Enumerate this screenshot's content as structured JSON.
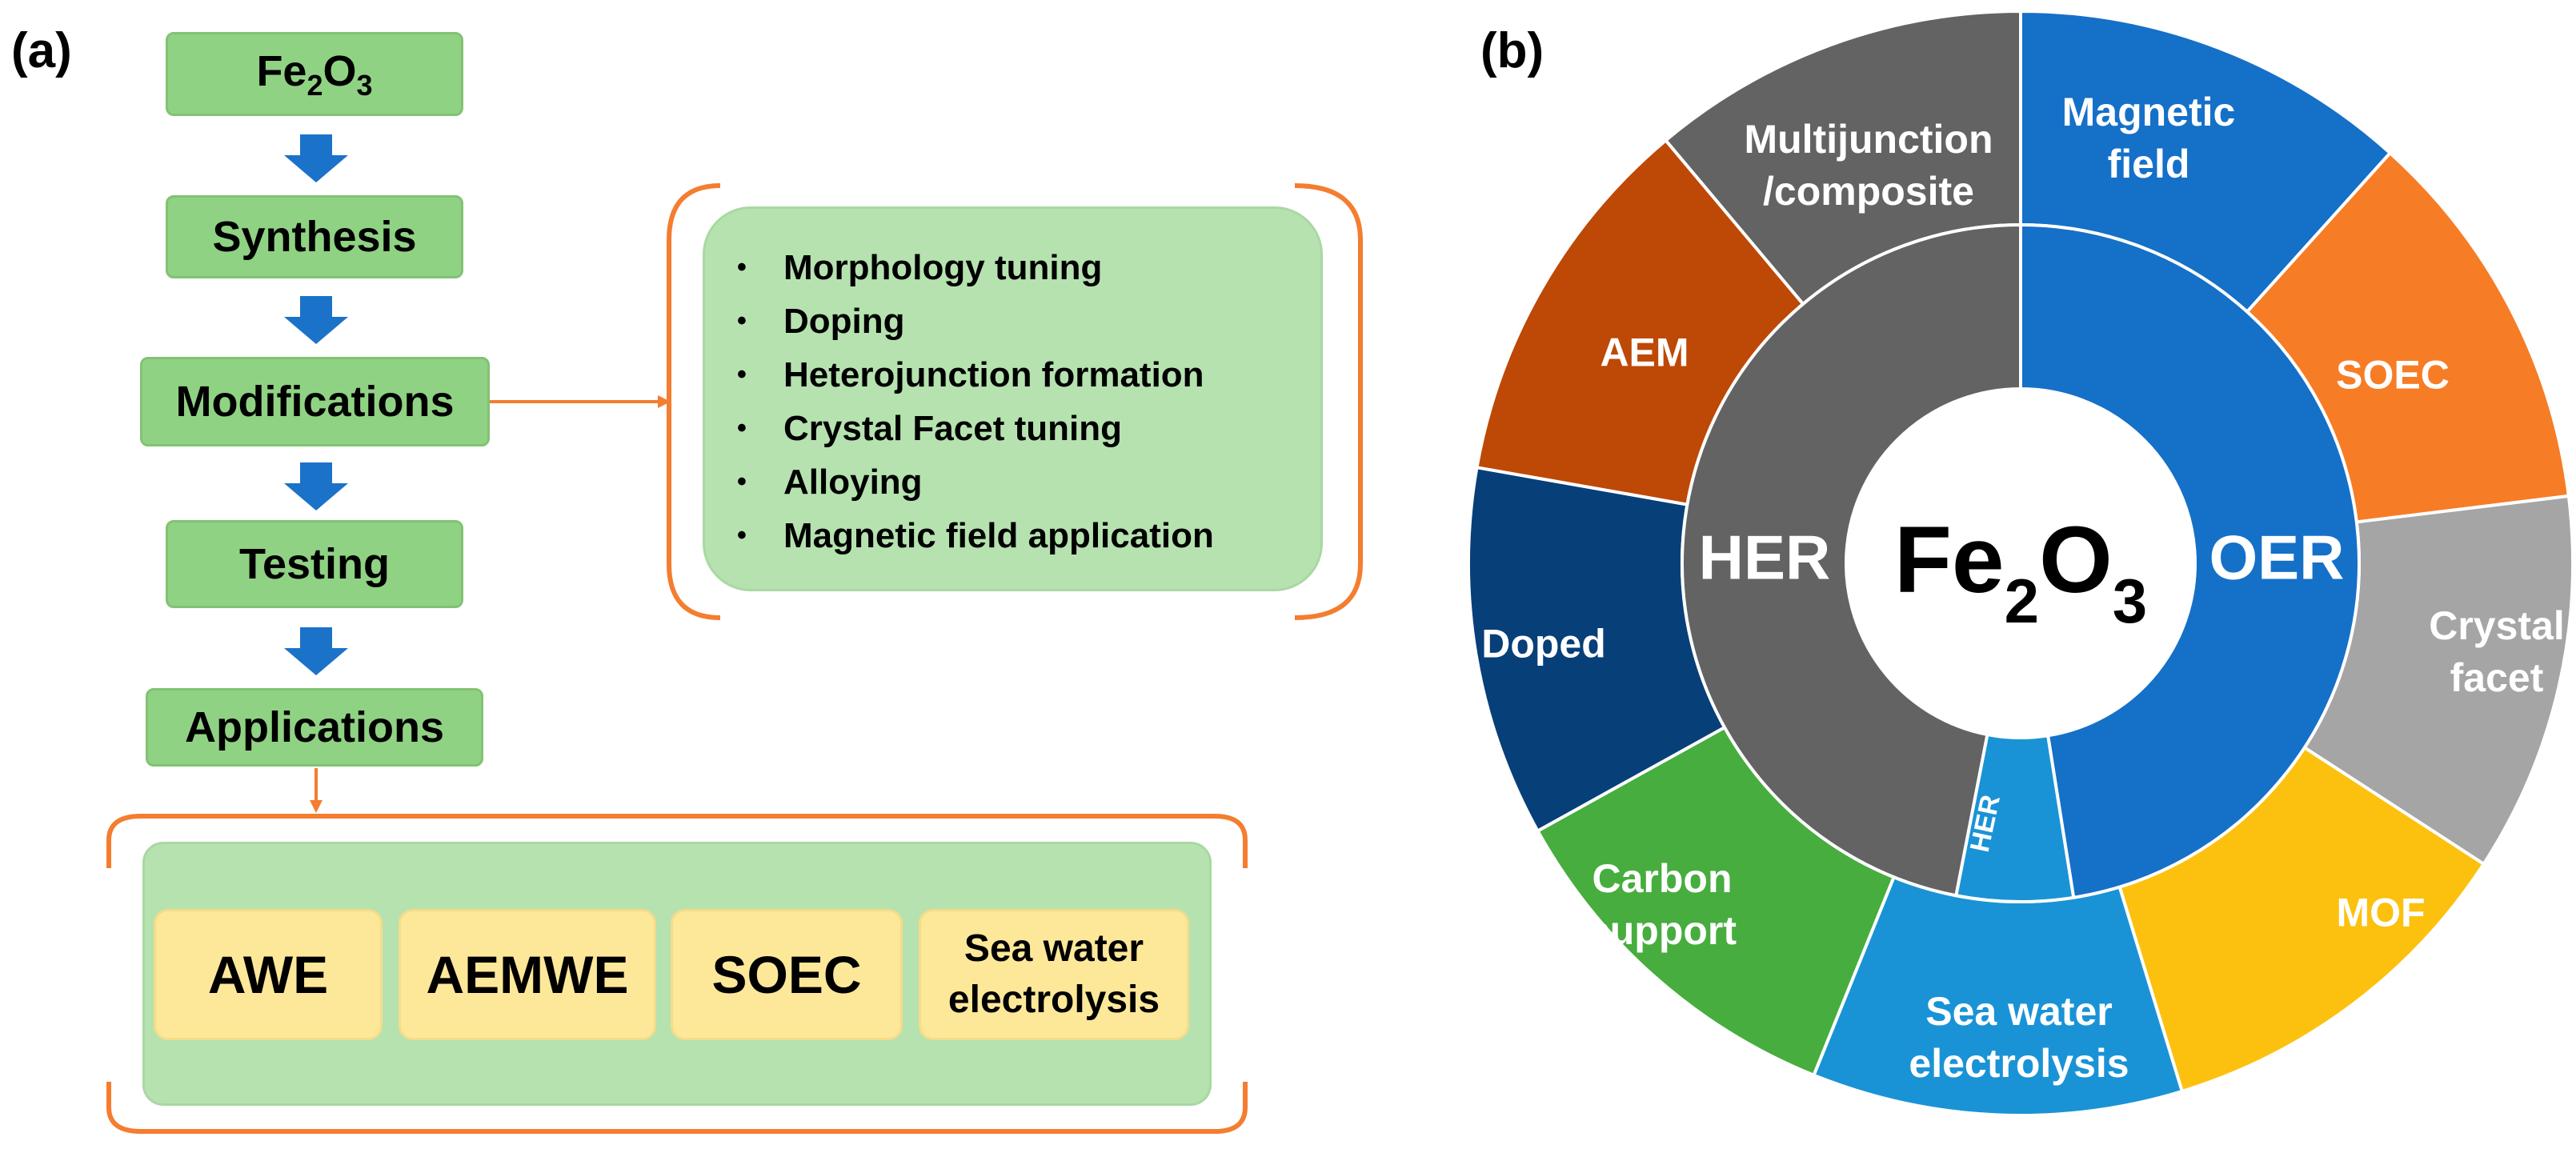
{
  "panel_a": {
    "label": "(a)",
    "flow": [
      {
        "text": "Fe",
        "sub1": "2",
        "mid": "O",
        "sub2": "3"
      },
      {
        "text": "Synthesis"
      },
      {
        "text": "Modifications"
      },
      {
        "text": "Testing"
      },
      {
        "text": "Applications"
      }
    ],
    "modifications": [
      "Morphology tuning",
      "Doping",
      "Heterojunction formation",
      "Crystal Facet tuning",
      "Alloying",
      "Magnetic field application"
    ],
    "bullet": "•",
    "applications": [
      "AWE",
      "AEMWE",
      "SOEC"
    ],
    "application_last": [
      "Sea water",
      "electrolysis"
    ]
  },
  "panel_b": {
    "label": "(b)",
    "center": {
      "text": "Fe",
      "sub1": "2",
      "mid": "O",
      "sub2": "3"
    },
    "inner_labels": {
      "her": "HER",
      "oer": "OER",
      "her_small": "HER"
    },
    "outer_labels": {
      "multijunction": [
        "Multijunction",
        "/composite"
      ],
      "magnetic": [
        "Magnetic",
        "field"
      ],
      "soec": [
        "SOEC"
      ],
      "crystal": [
        "Crystal",
        "facet"
      ],
      "mof": [
        "MOF"
      ],
      "seawater": [
        "Sea water",
        "electrolysis"
      ],
      "carbon": [
        "Carbon",
        "support"
      ],
      "doped": [
        "Doped"
      ],
      "aem": [
        "AEM"
      ]
    },
    "colors": {
      "oer": "#1570c8",
      "her": "#636363",
      "her_small": "#1a93d6",
      "multijunction": "#636363",
      "magnetic": "#1570c8",
      "soec": "#f77c26",
      "crystal": "#a5a5a5",
      "mof": "#fcc10f",
      "seawater": "#1a93d6",
      "carbon": "#47ad3e",
      "doped": "#073f79",
      "aem": "#be4806"
    }
  }
}
